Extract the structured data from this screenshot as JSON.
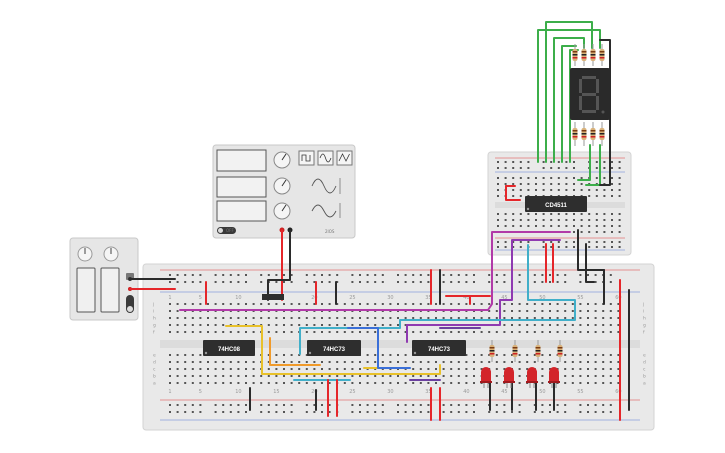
{
  "colors": {
    "breadboard": "#e9e9e9",
    "breadboard_edge": "#d3d3d3",
    "hole": "#555555",
    "rail_red": "#e03a3a",
    "rail_blue": "#5b7bd5",
    "chip": "#2e2e2e",
    "wire_red": "#e5262a",
    "wire_black": "#2b2b2b",
    "wire_green": "#3cae4a",
    "wire_magenta": "#b13aa8",
    "wire_cyan": "#41afc9",
    "wire_yellow": "#e8c12a",
    "wire_orange": "#f09a2a",
    "wire_purple": "#6b3fa0",
    "wire_blue": "#3a6fd8",
    "led_red": "#d3242a",
    "display_body": "#2a2a2a",
    "display_segment_off": "#555555"
  },
  "chips": {
    "ic1": "74HC08",
    "ic2": "74HC73",
    "ic3": "74HC73",
    "decoder": "CD4511"
  },
  "main_board": {
    "column_numbers": [
      "1",
      "5",
      "10",
      "15",
      "20",
      "25",
      "30",
      "35",
      "40",
      "45",
      "50",
      "55",
      "60"
    ],
    "rows_top": [
      "j",
      "i",
      "h",
      "g",
      "f"
    ],
    "rows_bottom": [
      "e",
      "d",
      "c",
      "b",
      "a"
    ]
  },
  "function_generator": {
    "waveform_icons": [
      "square-wave-icon",
      "sine-wave-icon",
      "triangle-wave-icon"
    ],
    "brand_mark": "2IOS",
    "toggle_text": "OFF"
  },
  "power_supply": {
    "knob_count": 2
  },
  "leds": {
    "count": 4
  }
}
